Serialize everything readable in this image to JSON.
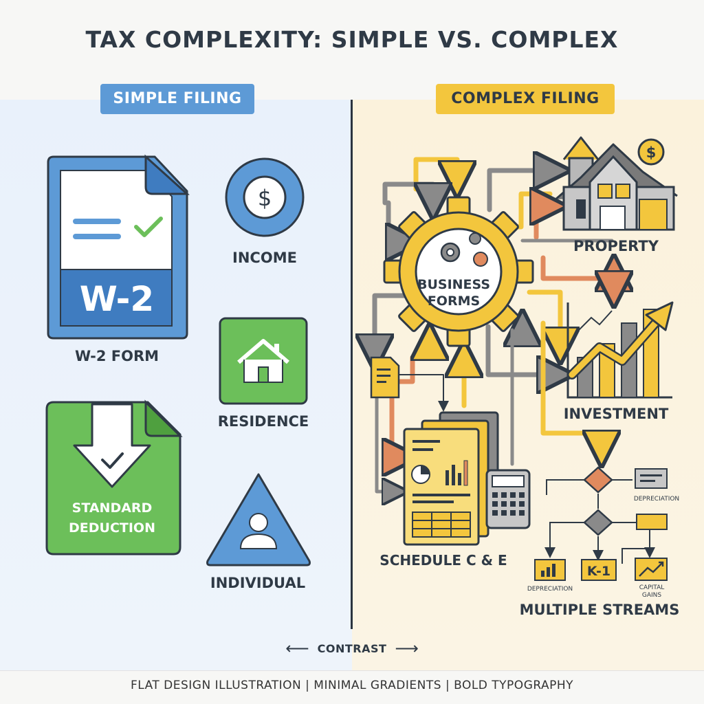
{
  "title": "TAX COMPLEXITY: SIMPLE VS. COMPLEX",
  "simple": {
    "header": "SIMPLE FILING",
    "w2_form_text": "W-2",
    "w2_label": "W-2 FORM",
    "income_label": "INCOME",
    "residence_label": "RESIDENCE",
    "deduction_line1": "STANDARD",
    "deduction_line2": "DEDUCTION",
    "individual_label": "INDIVIDUAL"
  },
  "complex": {
    "header": "COMPLEX FILING",
    "gear_line1": "BUSINESS",
    "gear_line2": "FORMS",
    "property_label": "PROPERTY",
    "investment_label": "INVESTMENT",
    "schedule_label": "SCHEDULE C & E",
    "depreciation_top": "DEPRECIATION",
    "depreciation_bottom": "DEPRECIATION",
    "k1_text": "K-1",
    "capital_gains_line1": "CAPITAL",
    "capital_gains_line2": "GAINS",
    "multiple_streams_label": "MULTIPLE STREAMS"
  },
  "contrast": {
    "left_arrow": "⟵",
    "label": "CONTRAST",
    "right_arrow": "⟶"
  },
  "caption": "FLAT DESIGN ILLUSTRATION | MINIMAL GRADIENTS | BOLD TYPOGRAPHY",
  "colors": {
    "simple_blue": "#5d9ad6",
    "simple_green": "#6cbf5a",
    "complex_yellow": "#f3c63d",
    "complex_orange": "#e08a5e",
    "complex_gray": "#8a8a8a",
    "ink": "#2f3a46"
  }
}
